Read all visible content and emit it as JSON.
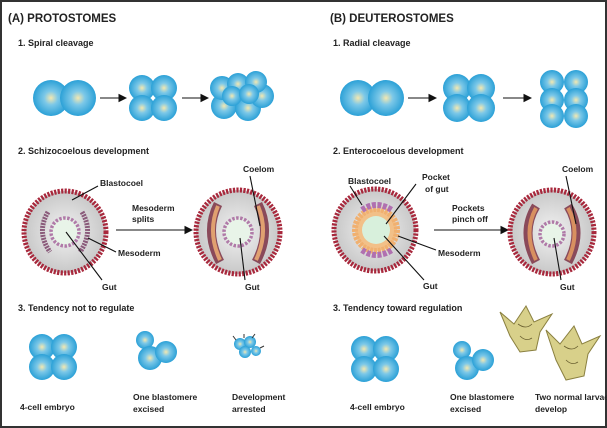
{
  "panel_a": {
    "title": "(A) PROTOSTOMES",
    "step1": "1. Spiral cleavage",
    "step2": "2. Schizocoelous development",
    "step2_labels": {
      "blastocoel": "Blastocoel",
      "mesoderm_splits_1": "Mesoderm",
      "mesoderm_splits_2": "splits",
      "mesoderm": "Mesoderm",
      "gut_left": "Gut",
      "coelom": "Coelom",
      "gut_right": "Gut"
    },
    "step3": "3. Tendency not to regulate",
    "step3_labels": {
      "four_cell": "4-cell embryo",
      "one_excised_1": "One blastomere",
      "one_excised_2": "excised",
      "arrested_1": "Development",
      "arrested_2": "arrested"
    }
  },
  "panel_b": {
    "title": "(B) DEUTEROSTOMES",
    "step1": "1. Radial cleavage",
    "step2": "2. Enterocoelous development",
    "step2_labels": {
      "blastocoel": "Blastocoel",
      "pocket_1": "Pocket",
      "pocket_2": "of gut",
      "pinch_1": "Pockets",
      "pinch_2": "pinch off",
      "mesoderm": "Mesoderm",
      "gut_left": "Gut",
      "coelom": "Coelom",
      "gut_right": "Gut"
    },
    "step3": "3. Tendency toward regulation",
    "step3_labels": {
      "four_cell": "4-cell embryo",
      "one_excised_1": "One blastomere",
      "one_excised_2": "excised",
      "larvae_1": "Two normal larvae",
      "larvae_2": "develop"
    }
  },
  "colors": {
    "blastomere": "#29a6dc",
    "ectoderm": "#a8283c",
    "blastocoel": "#d8d8d8",
    "mesoderm": "#a06a8a",
    "coelom": "#d89060",
    "larva": "#d8d08a"
  }
}
